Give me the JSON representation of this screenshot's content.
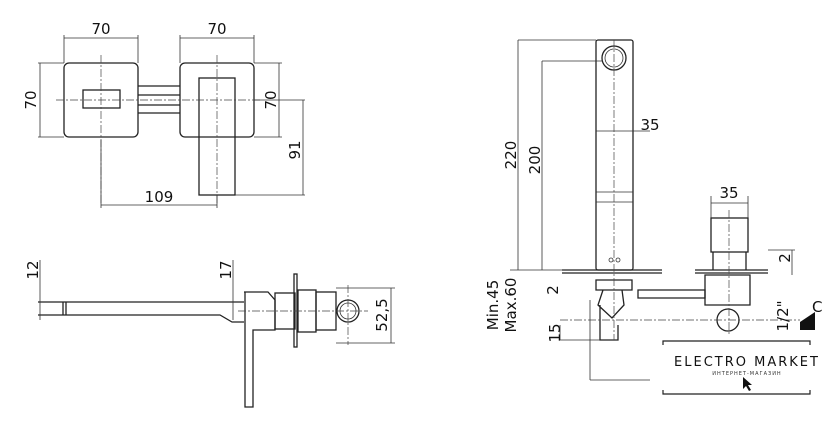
{
  "front_view": {
    "width_left": "70",
    "width_right": "70",
    "height_left": "70",
    "height_right": "70",
    "handle_drop": "91",
    "center_distance": "109"
  },
  "side_view": {
    "spout_thickness": "12",
    "spout_tip": "17",
    "body_depth": "52,5"
  },
  "profile_view": {
    "total_height": "220",
    "outlet_height": "200",
    "spout_width": "35",
    "knob_width": "35",
    "plate_gap_right": "2",
    "plate_gap_left": "2",
    "min_depth": "Min.45",
    "max_depth": "Max.60",
    "offset": "15",
    "thread": "1/2\"",
    "section": "C"
  },
  "watermark": {
    "title": "ELECTRO MARKET",
    "subtitle": "ИНТЕРНЕТ-МАГАЗИН"
  }
}
